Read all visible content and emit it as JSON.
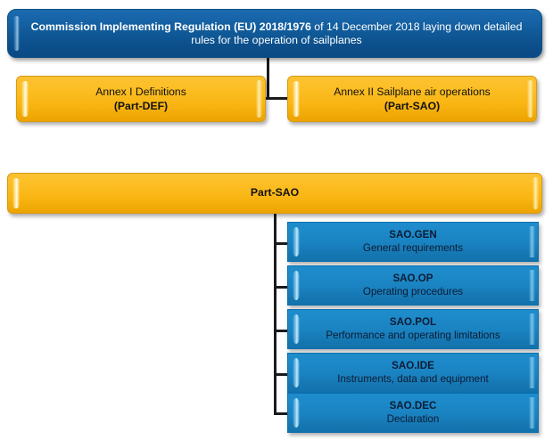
{
  "diagram": {
    "type": "org-chart",
    "title_node": {
      "text_bold": "Commission Implementing Regulation (EU) 2018/1976",
      "text_regular": " of 14 December 2018 laying down detailed rules for the operation of sailplanes",
      "full_text": "Commission Implementing Regulation (EU) 2018/1976 of 14 December 2018 laying down detailed rules for the operation of sailplanes",
      "color": "#0f5795"
    },
    "annexes": [
      {
        "title": "Annex I Definitions",
        "code": "(Part-DEF)",
        "color": "#f9b512"
      },
      {
        "title": "Annex II Sailplane air operations",
        "code": "(Part-SAO)",
        "color": "#f9b512"
      }
    ],
    "part_node": {
      "title": "Part-SAO",
      "color": "#f9b512"
    },
    "subparts": [
      {
        "code": "SAO.GEN",
        "title": "General requirements",
        "color": "#1a82c0"
      },
      {
        "code": "SAO.OP",
        "title": "Operating procedures",
        "color": "#1a82c0"
      },
      {
        "code": "SAO.POL",
        "title": "Performance and operating limitations",
        "color": "#1a82c0"
      },
      {
        "code": "SAO.IDE",
        "title": "Instruments, data and equipment",
        "color": "#1a82c0"
      },
      {
        "code": "SAO.DEC",
        "title": "Declaration",
        "color": "#1a82c0"
      }
    ],
    "connector_color": "#1a1a1a",
    "background_color": "#ffffff"
  }
}
